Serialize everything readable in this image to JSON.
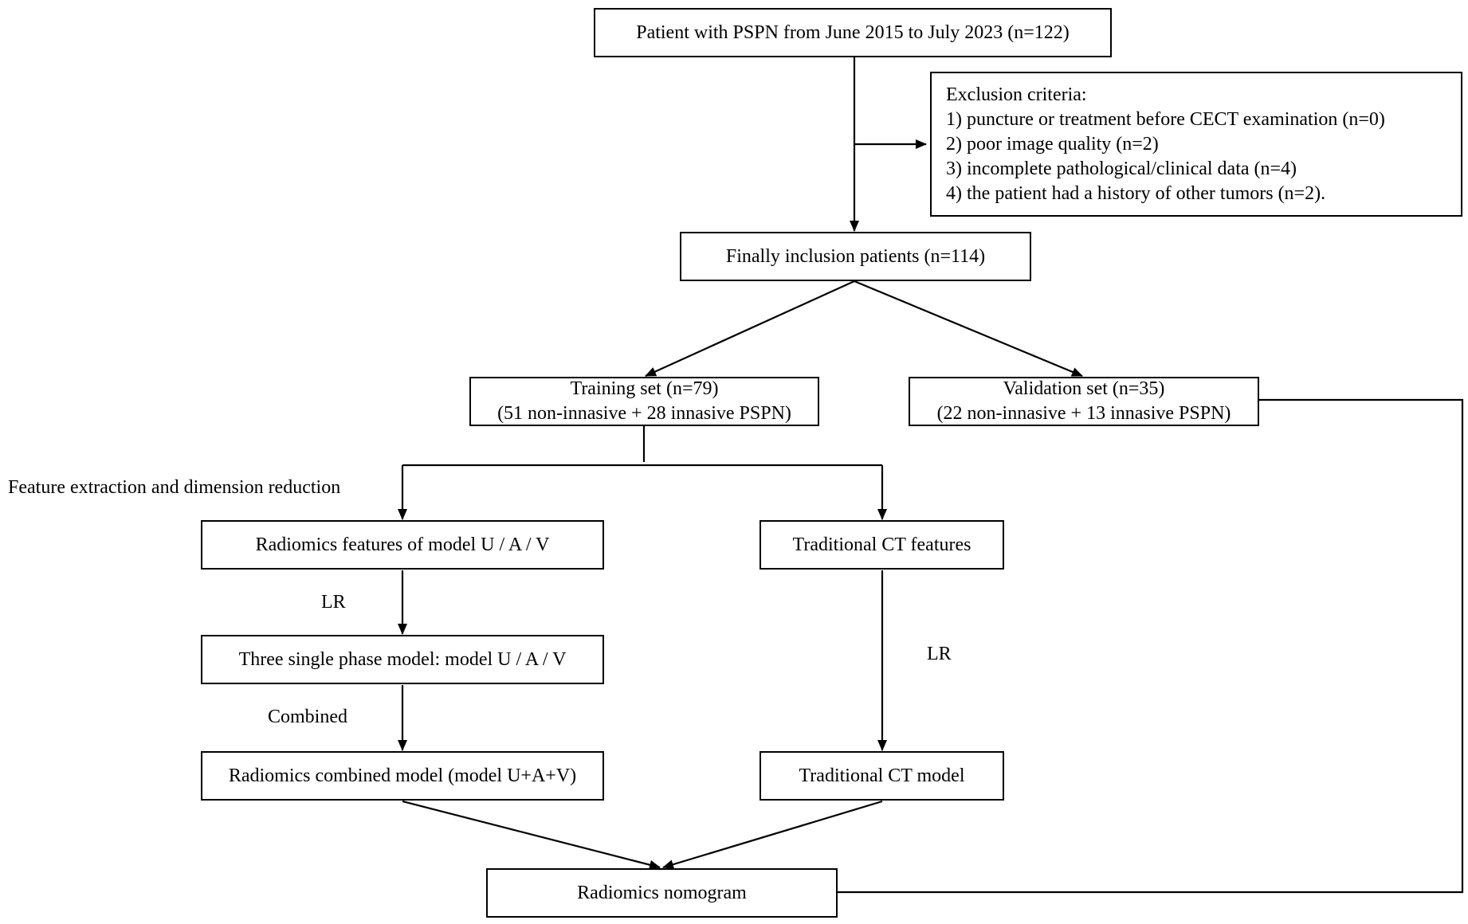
{
  "diagram": {
    "nodes": {
      "patients": {
        "text": "Patient with PSPN from June 2015 to July 2023 (n=122)"
      },
      "exclusion": {
        "title": "Exclusion criteria:",
        "items": [
          "1) puncture or treatment before CECT examination (n=0)",
          "2) poor image quality (n=2)",
          "3) incomplete pathological/clinical data (n=4)",
          "4) the patient had a history of other tumors (n=2)."
        ]
      },
      "inclusion": {
        "text": "Finally inclusion patients (n=114)"
      },
      "training": {
        "line1": "Training set (n=79)",
        "line2": "(51 non-innasive + 28 innasive PSPN)"
      },
      "validation": {
        "line1": "Validation set (n=35)",
        "line2": "(22 non-innasive + 13 innasive PSPN)"
      },
      "radiomics_features": {
        "text": "Radiomics features of model U / A / V"
      },
      "traditional_features": {
        "text": "Traditional CT features"
      },
      "single_phase": {
        "text": "Three single phase model: model U / A / V"
      },
      "radiomics_combined": {
        "text": "Radiomics combined model (model U+A+V)"
      },
      "traditional_model": {
        "text": "Traditional CT model"
      },
      "nomogram": {
        "text": "Radiomics nomogram"
      }
    },
    "labels": {
      "feature_extraction": "Feature extraction and dimension reduction",
      "lr_left": "LR",
      "lr_right": "LR",
      "combined": "Combined"
    },
    "edges": [
      {
        "from": "patients",
        "to": "inclusion"
      },
      {
        "from": "patients",
        "to": "exclusion"
      },
      {
        "from": "inclusion",
        "to": "training"
      },
      {
        "from": "inclusion",
        "to": "validation"
      },
      {
        "from": "training",
        "to": "radiomics_features"
      },
      {
        "from": "training",
        "to": "traditional_features"
      },
      {
        "from": "radiomics_features",
        "to": "single_phase",
        "label": "LR"
      },
      {
        "from": "single_phase",
        "to": "radiomics_combined",
        "label": "Combined"
      },
      {
        "from": "traditional_features",
        "to": "traditional_model",
        "label": "LR"
      },
      {
        "from": "radiomics_combined",
        "to": "nomogram"
      },
      {
        "from": "traditional_model",
        "to": "nomogram"
      },
      {
        "from": "nomogram",
        "to": "validation"
      }
    ],
    "colors": {
      "stroke": "#000000",
      "background": "#ffffff",
      "text": "#000000"
    }
  }
}
